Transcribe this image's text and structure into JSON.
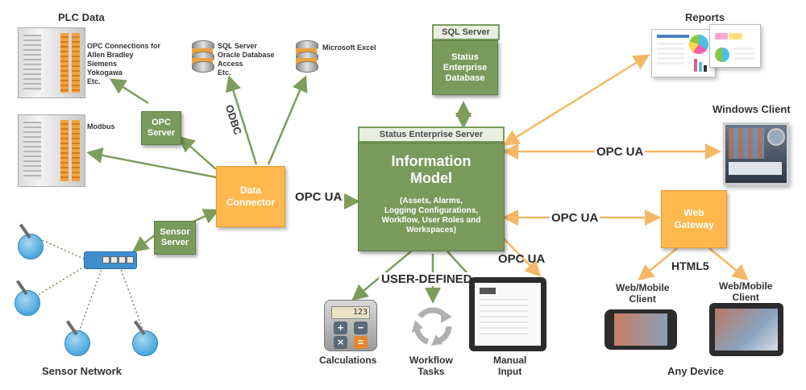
{
  "sections": {
    "plc_data": "PLC Data",
    "reports": "Reports",
    "windows_client": "Windows Client",
    "sensor_network": "Sensor Network",
    "any_device": "Any Device"
  },
  "plc": {
    "opc_connections": "OPC Connections for\nAllen Bradley\nSiemens\nYokogawa\nEtc.",
    "modbus": "Modbus"
  },
  "databases": {
    "sql_list": "SQL Server\nOracle Database\nAccess\nEtc.",
    "excel": "Microsoft Excel"
  },
  "boxes": {
    "opc_server": "OPC\nServer",
    "sensor_server": "Sensor\nServer",
    "data_connector": "Data\nConnector",
    "web_gateway": "Web\nGateway",
    "sql_server_tab": "SQL Server",
    "status_db": "Status\nEnterprise\nDatabase",
    "status_server_tab": "Status Enterprise Server",
    "info_model_title": "Information\nModel",
    "info_model_body": "(Assets, Alarms,\nLogging Configurations,\nWorkflow, User Roles and\nWorkspaces)"
  },
  "protocols": {
    "odbc": "ODBC",
    "opc_ua_connector": "OPC UA",
    "opc_ua_windows": "OPC UA",
    "opc_ua_gateway": "OPC UA",
    "opc_ua_manual": "OPC UA",
    "user_defined": "USER-DEFINED",
    "html5": "HTML5"
  },
  "captions": {
    "calculations": "Calculations",
    "workflow_tasks": "Workflow\nTasks",
    "manual_input": "Manual\nInput",
    "web_mobile_client_1": "Web/Mobile\nClient",
    "web_mobile_client_2": "Web/Mobile\nClient"
  },
  "calculator": {
    "display": "123",
    "keys": [
      "+",
      "−",
      "×",
      "="
    ]
  },
  "colors": {
    "green": "#7a9a5c",
    "orange": "#ffb84d",
    "orange_arrow": "#f5b766",
    "green_arrow": "#7d9d5d"
  }
}
